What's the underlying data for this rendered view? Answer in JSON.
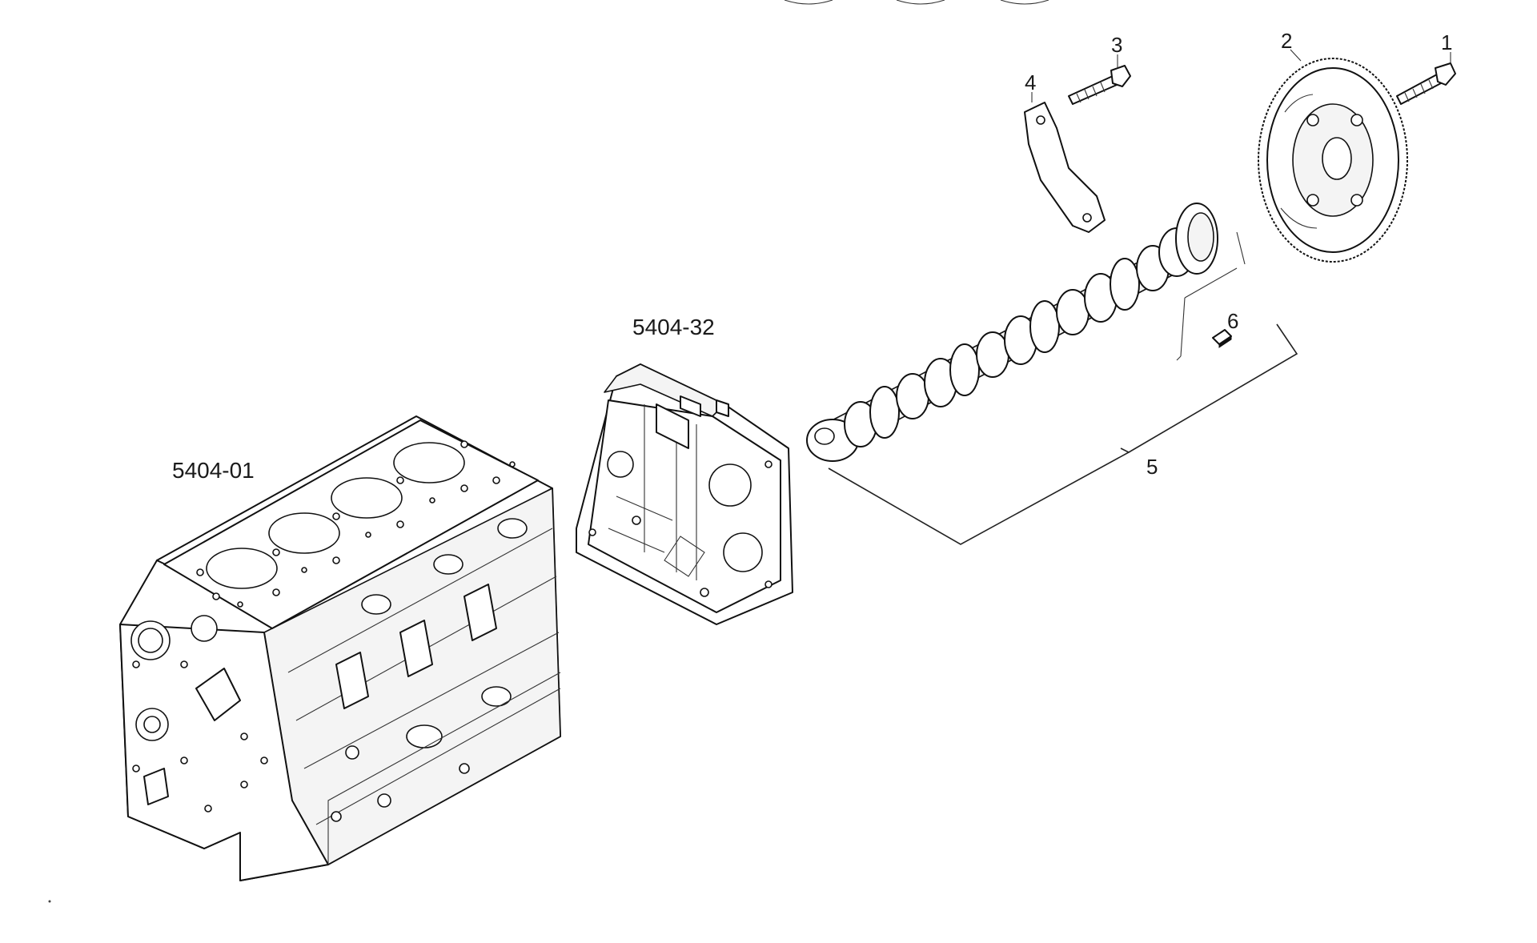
{
  "callouts": {
    "item_1": "1",
    "item_2": "2",
    "item_3": "3",
    "item_4": "4",
    "item_5": "5",
    "item_6": "6",
    "ref_block": "5404-01",
    "ref_cover": "5404-32"
  },
  "parts": [
    {
      "item": "1",
      "icon": "bolt-icon"
    },
    {
      "item": "2",
      "icon": "gear-icon"
    },
    {
      "item": "3",
      "icon": "bolt-icon"
    },
    {
      "item": "4",
      "icon": "thrust-plate-icon"
    },
    {
      "item": "5",
      "icon": "camshaft-icon"
    },
    {
      "item": "6",
      "icon": "key-icon"
    }
  ],
  "references": [
    {
      "code": "5404-01",
      "icon": "engine-block-icon"
    },
    {
      "code": "5404-32",
      "icon": "timing-cover-icon"
    }
  ]
}
